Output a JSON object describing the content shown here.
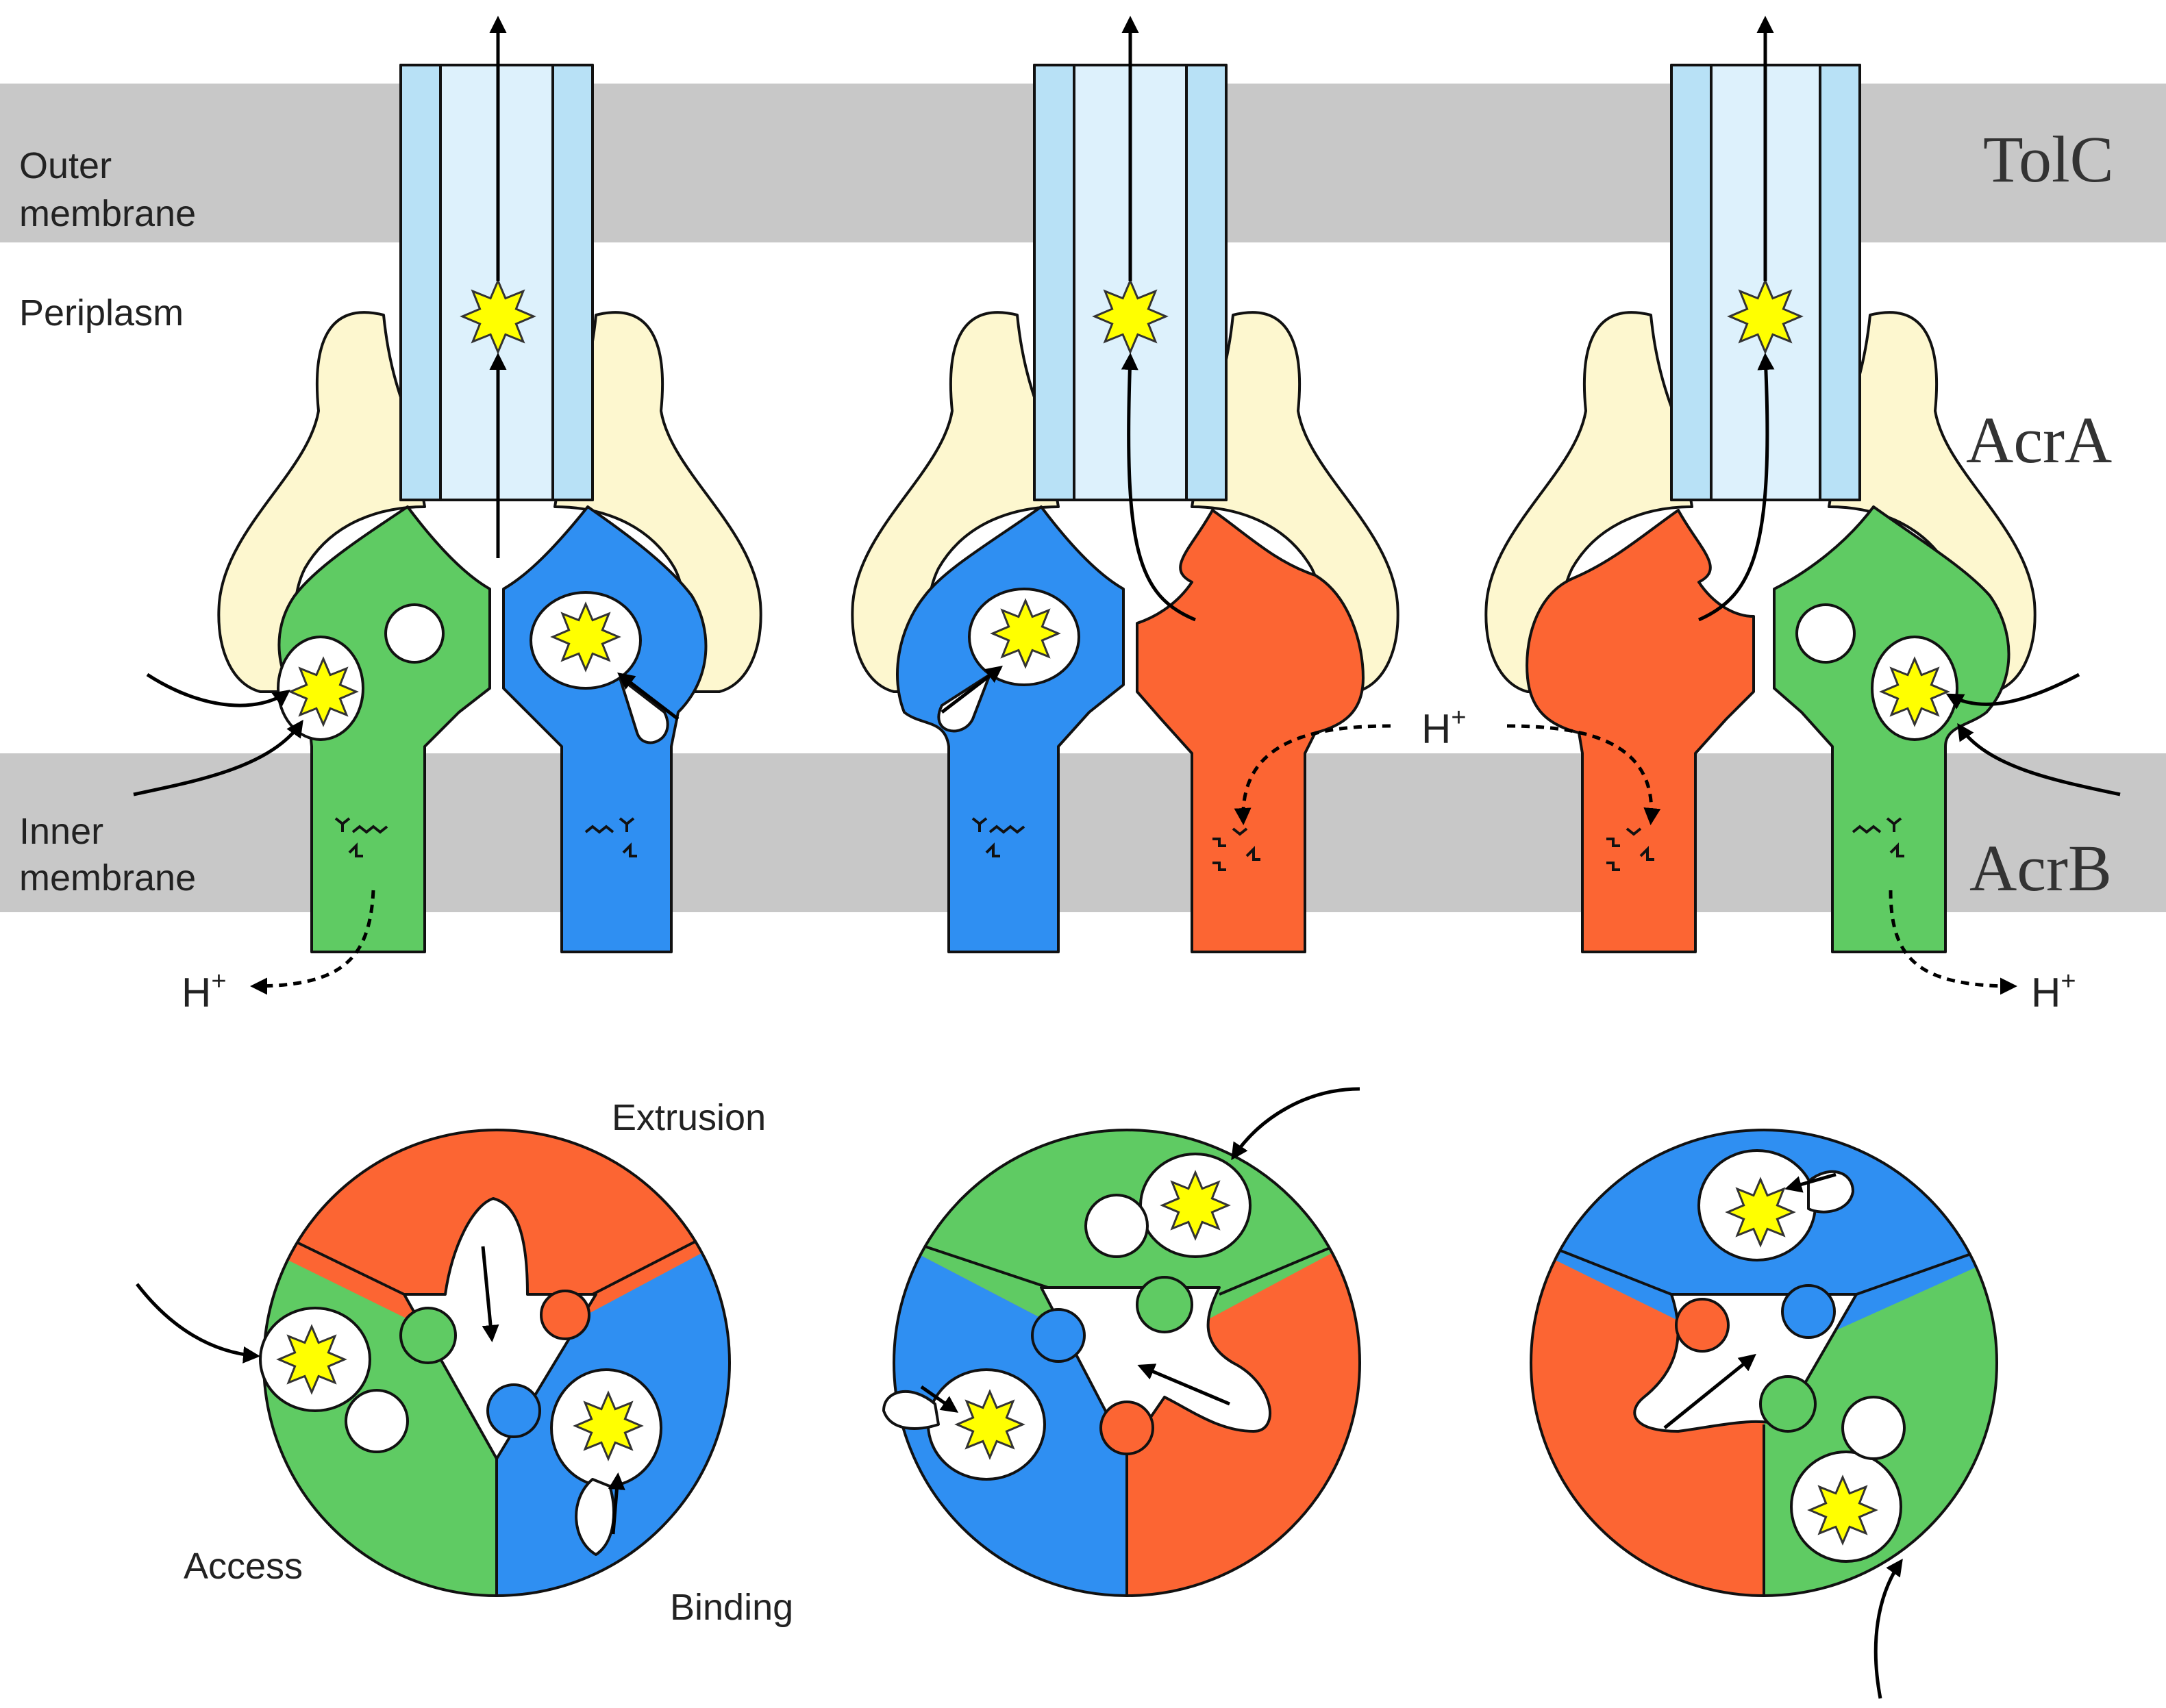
{
  "labels": {
    "outer_membrane_line1": "Outer",
    "outer_membrane_line2": "membrane",
    "periplasm": "Periplasm",
    "inner_membrane_line1": "Inner",
    "inner_membrane_line2": "membrane",
    "tolc": "TolC",
    "acra": "AcrA",
    "acrb": "AcrB",
    "proton": "H",
    "proton_sup": "+",
    "extrusion": "Extrusion",
    "access": "Access",
    "binding": "Binding"
  },
  "colors": {
    "membrane": "#c8c8c8",
    "tolc_fill": "#ddf1fc",
    "tolc_stripe": "#b8e1f6",
    "acra": "#fdf7cf",
    "access_green": "#5fcb63",
    "binding_blue": "#2f8ff2",
    "extrusion_orange": "#fc6533",
    "substrate_yellow": "#ffff00"
  }
}
